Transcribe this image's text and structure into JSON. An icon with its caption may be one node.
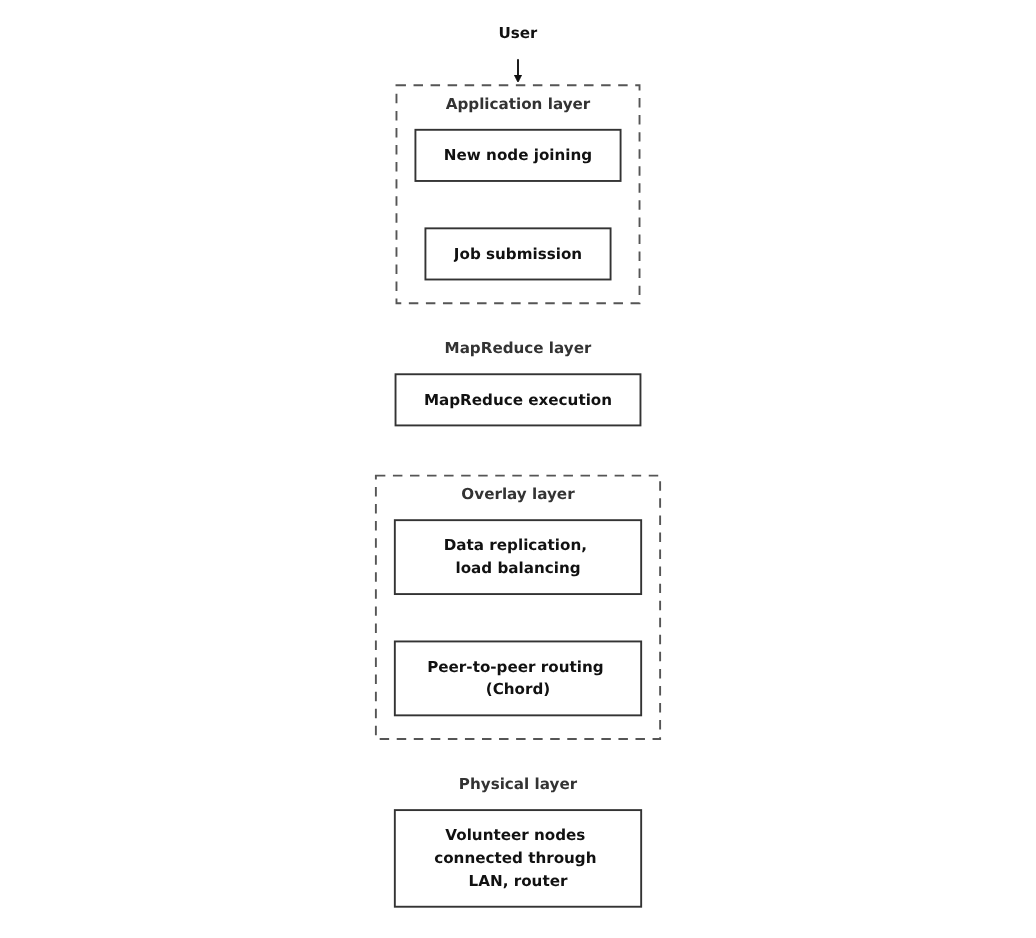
{
  "diagram": {
    "nodes": [
      {
        "text": [
          "User"
        ]
      },
      {
        "text": [
          "Application layer"
        ]
      },
      {
        "text": [
          "New node joining"
        ],
        "in": 1
      },
      {
        "text": [
          "Job submission"
        ],
        "in": 1
      },
      {
        "text": [
          "MapReduce execution"
        ],
        "beside": [
          "MapReduce layer"
        ]
      },
      {
        "text": [
          "Overlay layer"
        ]
      },
      {
        "text": [
          "Data replication, load balancing"
        ],
        "in": 5
      },
      {
        "text": [
          "Peer-to-peer routing (Chord)"
        ],
        "in": 5
      },
      {
        "text": [
          "Volunteer nodes connected through LAN, router"
        ],
        "beside": [
          "Physical layer"
        ]
      }
    ],
    "edges": [
      {
        "from": 0,
        "to": 1,
        "arrow": "to"
      }
    ]
  }
}
